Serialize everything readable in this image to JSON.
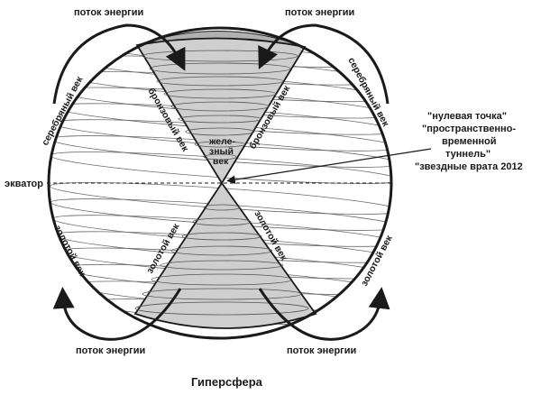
{
  "diagram": {
    "caption": "Гиперсфера",
    "labels": {
      "energy_flow_top_left": "поток энергии",
      "energy_flow_top_right": "поток энергии",
      "energy_flow_bottom_left": "поток энергии",
      "energy_flow_bottom_right": "поток энергии",
      "equator": "экватор",
      "silver_age_left": "серебряный век",
      "silver_age_right": "серебряный век",
      "golden_age_left_outer": "золотой век",
      "golden_age_right_outer": "золотой век",
      "bronze_age_left": "бронзовый век",
      "bronze_age_right": "бронзовый век",
      "iron_age_line1": "желе-",
      "iron_age_line2": "зный",
      "iron_age_line3": "век",
      "golden_age_left_cone": "золотой век",
      "golden_age_right_cone": "золотой век"
    },
    "annotation": {
      "line1": "\"нулевая точка\"",
      "line2": "\"пространственно-",
      "line3": "временной",
      "line4": "туннель\"",
      "line5": "\"звездные врата 2012"
    },
    "colors": {
      "ink": "#1a1a1a",
      "cone_fill": "#c8c8c8",
      "cap_fill": "#bdbdbd"
    }
  }
}
